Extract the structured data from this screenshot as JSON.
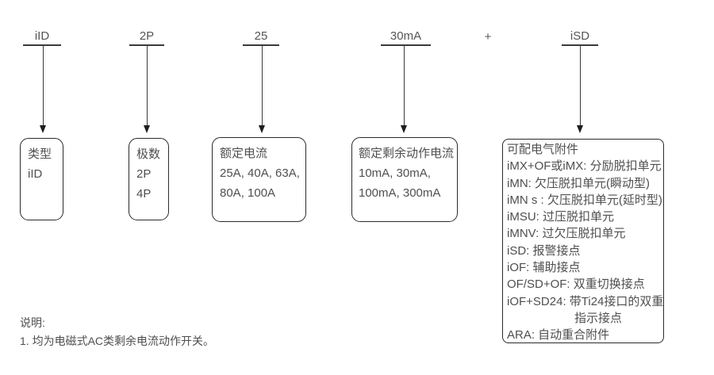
{
  "colors": {
    "text": "#4f4f4f",
    "line": "#2b2b2b",
    "background": "#ffffff"
  },
  "code_parts": [
    {
      "label": "iID"
    },
    {
      "label": "2P"
    },
    {
      "label": "25"
    },
    {
      "label": "30mA"
    },
    {
      "label": "iSD"
    }
  ],
  "separator": "+",
  "boxes": [
    {
      "title": "类型",
      "lines": [
        "iID"
      ]
    },
    {
      "title": "极数",
      "lines": [
        "2P",
        "4P"
      ]
    },
    {
      "title": "额定电流",
      "lines": [
        "25A, 40A, 63A,",
        "80A, 100A"
      ]
    },
    {
      "title": "额定剩余动作电流",
      "lines": [
        "10mA, 30mA,",
        "100mA, 300mA"
      ]
    },
    {
      "title": "可配电气附件",
      "lines": [
        "iMX+OF或iMX: 分励脱扣单元",
        "iMN: 欠压脱扣单元(瞬动型)",
        "iMN s : 欠压脱扣单元(延时型)",
        "iMSU: 过压脱扣单元",
        "iMNV: 过欠压脱扣单元",
        "iSD: 报警接点",
        "iOF: 辅助接点",
        "OF/SD+OF: 双重切换接点",
        "iOF+SD24: 带Ti24接口的双重",
        "指示接点",
        "ARA: 自动重合附件"
      ]
    }
  ],
  "note": {
    "heading": "说明:",
    "items": [
      "1. 均为电磁式AC类剩余电流动作开关。"
    ]
  }
}
